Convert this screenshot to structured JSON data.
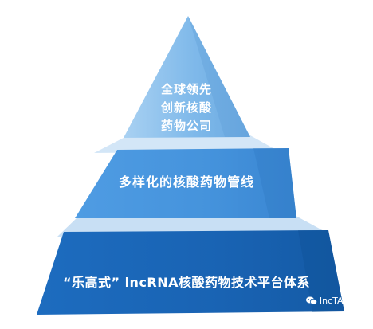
{
  "tiers": {
    "top": {
      "lines": [
        "全球领先",
        "创新核酸",
        "药物公司"
      ]
    },
    "middle": {
      "label": "多样化的核酸药物管线"
    },
    "bottom": {
      "label": "“乐高式” lncRNA核酸药物技术平台体系"
    }
  },
  "watermark": {
    "icon": "wechat-icon",
    "text": "lncTAC"
  },
  "colors": {
    "top_light": "#8ec1ec",
    "top_mid": "#6aabe2",
    "middle_light": "#5aa5e6",
    "middle_dark": "#3b86d4",
    "bottom_light": "#1f6fc0",
    "bottom_dark": "#155da8",
    "fold": "#d7e7f6"
  }
}
